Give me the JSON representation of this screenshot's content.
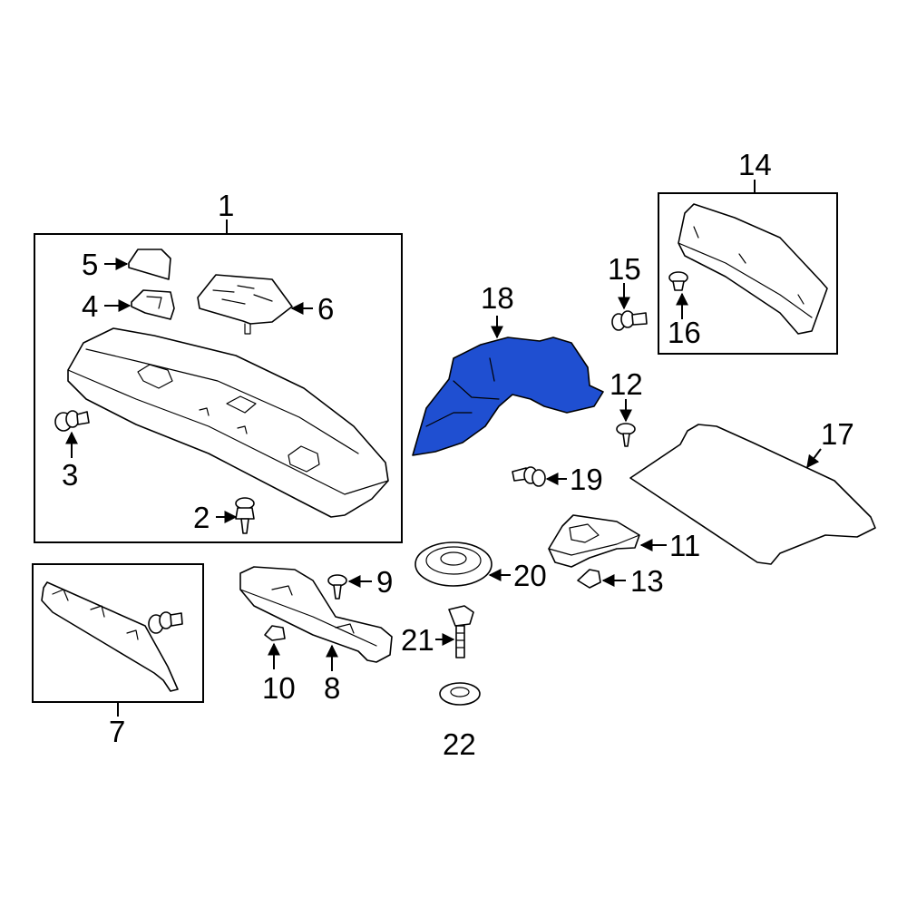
{
  "colors": {
    "background": "#ffffff",
    "line": "#000000",
    "highlight": "#1f4fd1"
  },
  "highlighted_part": "18",
  "callouts": {
    "c1": "1",
    "c2": "2",
    "c3": "3",
    "c4": "4",
    "c5": "5",
    "c6": "6",
    "c7": "7",
    "c8": "8",
    "c9": "9",
    "c10": "10",
    "c11": "11",
    "c12": "12",
    "c13": "13",
    "c14": "14",
    "c15": "15",
    "c16": "16",
    "c17": "17",
    "c18": "18",
    "c19": "19",
    "c20": "20",
    "c21": "21",
    "c22": "22"
  }
}
